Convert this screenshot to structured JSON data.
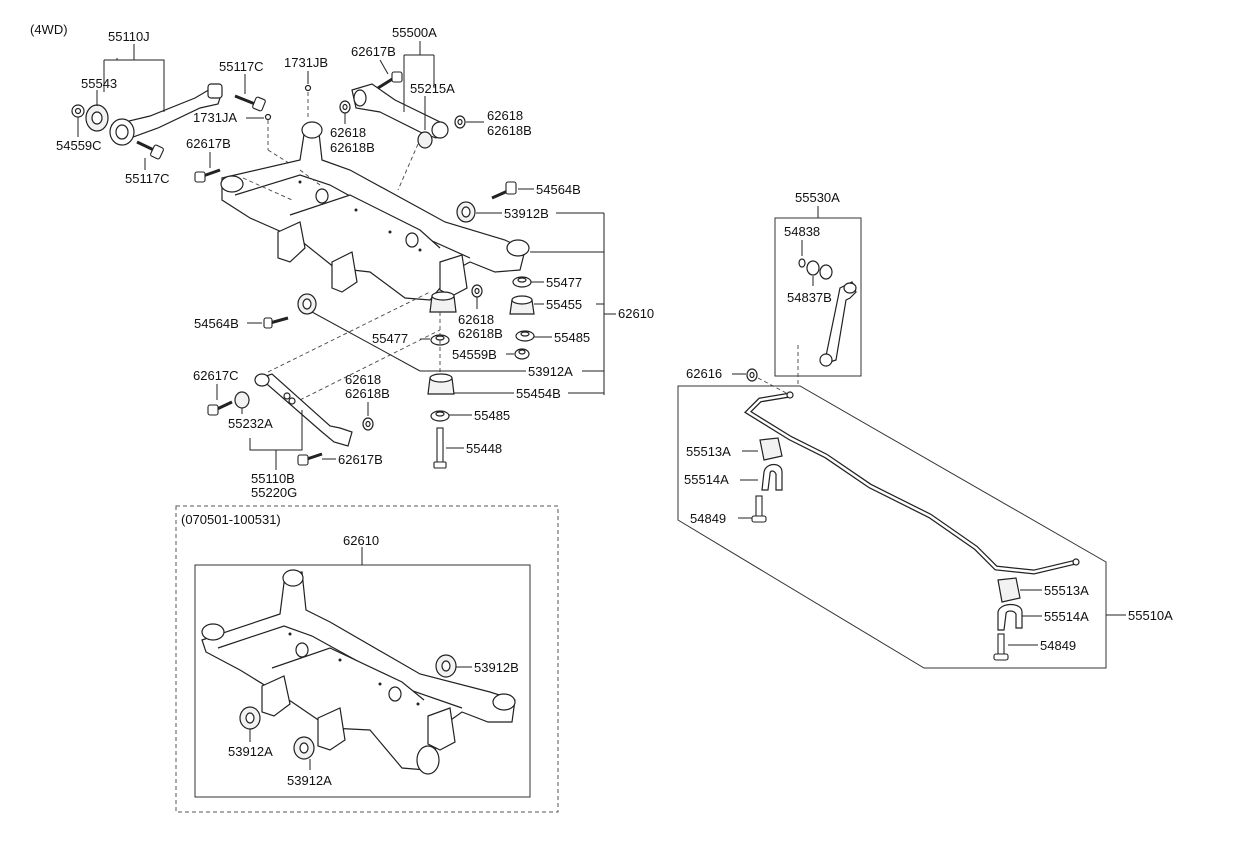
{
  "variant_label": "(4WD)",
  "period_label": "(070501-100531)",
  "labels": {
    "l_55110J": "55110J",
    "l_55543": "55543",
    "l_54559C": "54559C",
    "l_55117C_a": "55117C",
    "l_55117C_b": "55117C",
    "l_1731JB": "1731JB",
    "l_1731JA": "1731JA",
    "l_62617B_a": "62617B",
    "l_62617B_b": "62617B",
    "l_62617B_c": "62617B",
    "l_55500A": "55500A",
    "l_55215A": "55215A",
    "l_62618_a": "62618",
    "l_62618B_a": "62618B",
    "l_62618_b": "62618",
    "l_62618B_b": "62618B",
    "l_54564B_a": "54564B",
    "l_54564B_b": "54564B",
    "l_53912B_a": "53912B",
    "l_55477_a": "55477",
    "l_55455": "55455",
    "l_62610_a": "62610",
    "l_62618_c": "62618",
    "l_62618B_c": "62618B",
    "l_55477_b": "55477",
    "l_55485_a": "55485",
    "l_54559B": "54559B",
    "l_53912A_a": "53912A",
    "l_55454B": "55454B",
    "l_55485_b": "55485",
    "l_55448": "55448",
    "l_62617C": "62617C",
    "l_55232A": "55232A",
    "l_62618_d": "62618",
    "l_62618B_d": "62618B",
    "l_55110B": "55110B",
    "l_55220G": "55220G",
    "l_62610_b": "62610",
    "l_53912B_b": "53912B",
    "l_53912A_b": "53912A",
    "l_53912A_c": "53912A",
    "l_55530A": "55530A",
    "l_54838": "54838",
    "l_54837B": "54837B",
    "l_62616": "62616",
    "l_55513A_a": "55513A",
    "l_55514A_a": "55514A",
    "l_54849_a": "54849",
    "l_55513A_b": "55513A",
    "l_55514A_b": "55514A",
    "l_55510A": "55510A",
    "l_54849_b": "54849"
  }
}
